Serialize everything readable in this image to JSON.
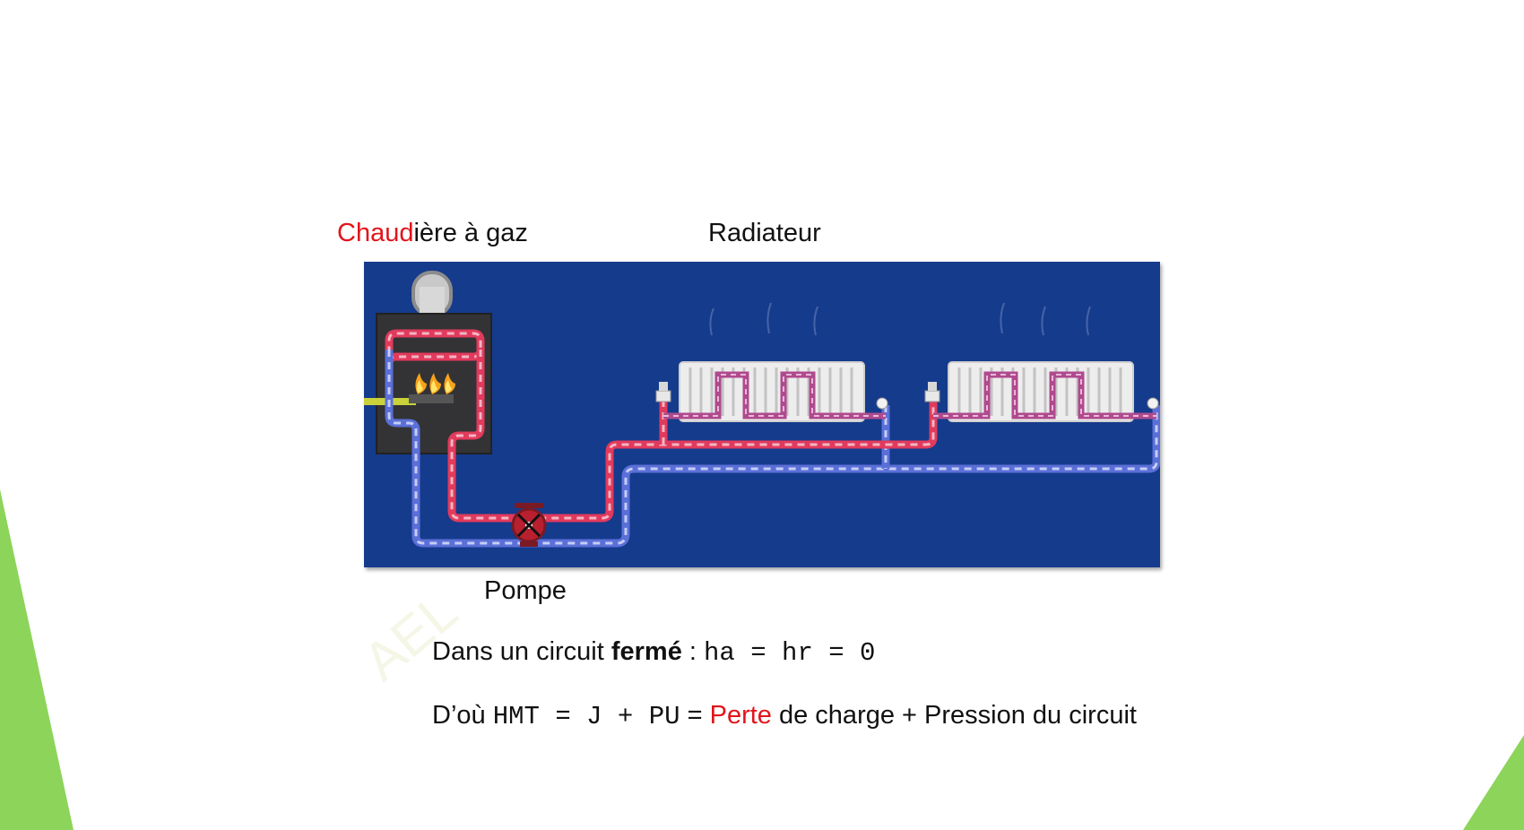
{
  "labels": {
    "boiler_red": "Chaud",
    "boiler_rest": "ière à gaz",
    "radiator": "Radiateur",
    "pump": "Pompe"
  },
  "line1": {
    "prefix": "Dans un circuit ",
    "bold": "fermé",
    "colon": " : ",
    "formula": "ha = hr = 0"
  },
  "line2": {
    "prefix": "D’où ",
    "formula": "HMT = J + PU",
    "eq": " = ",
    "red": "Perte",
    "rest": " de charge + Pression du circuit"
  },
  "watermark": "AEL",
  "colors": {
    "diagram_bg": "#153b8c",
    "hot_pipe": "#e23a5c",
    "cold_pipe": "#5b6fd8",
    "accent_red": "#e2141b",
    "slide_green": "#8cd45a"
  },
  "icons": [
    "flame-icon",
    "pump-icon",
    "valve-icon"
  ]
}
